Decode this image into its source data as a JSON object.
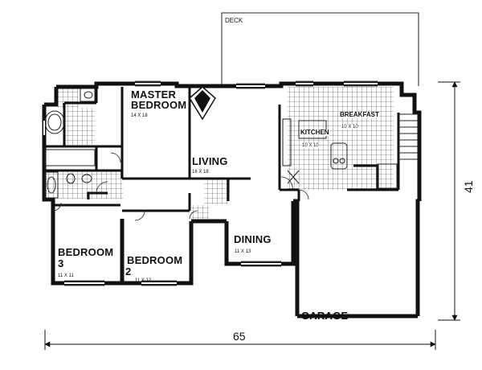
{
  "rooms": {
    "deck": {
      "name": "DECK"
    },
    "master_bedroom": {
      "name_line1": "MASTER",
      "name_line2": "BEDROOM",
      "size": "14 X 18"
    },
    "living": {
      "name": "LIVING",
      "size": "16 X 18"
    },
    "kitchen": {
      "name": "KITCHEN",
      "size": "10 X 10"
    },
    "breakfast": {
      "name": "BREAKFAST",
      "size": "10 X 10"
    },
    "dining": {
      "name": "DINING",
      "size": "11 X 13"
    },
    "bedroom3": {
      "name_line1": "BEDROOM",
      "name_line2": "3",
      "size": "11 X 11"
    },
    "bedroom2": {
      "name": "BEDROOM",
      "number": "2",
      "size": "11 X 12"
    },
    "garage": {
      "name": "GARAGE"
    }
  },
  "dimensions": {
    "width": "65",
    "depth": "41"
  }
}
